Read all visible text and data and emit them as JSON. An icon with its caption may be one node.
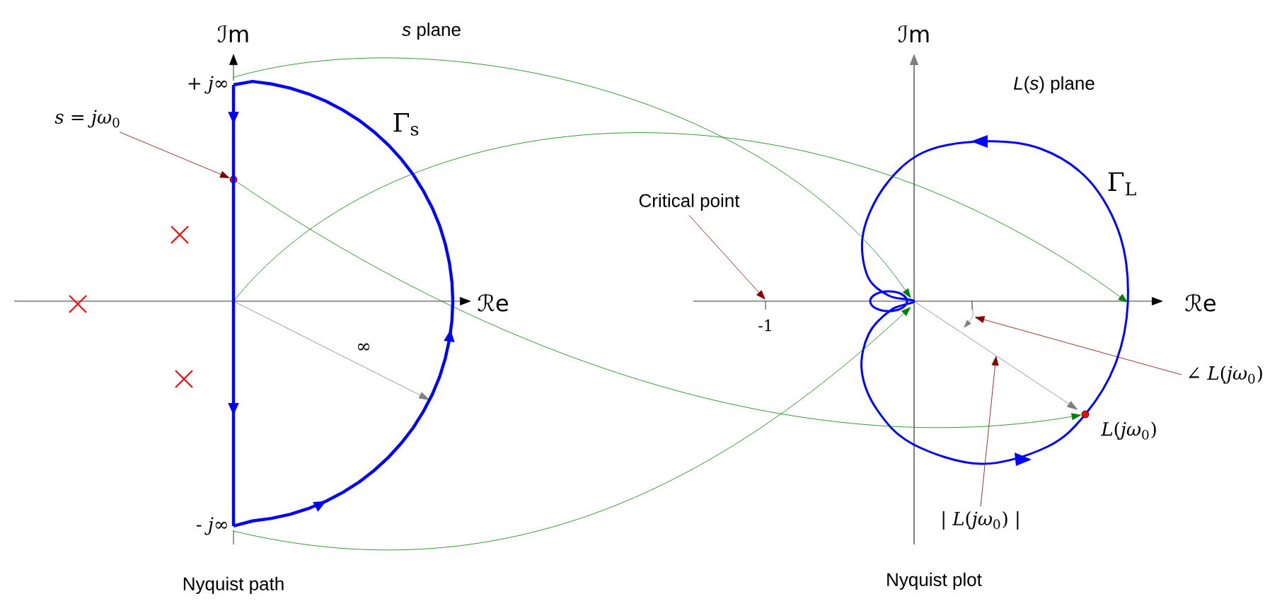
{
  "diagram": {
    "nodes": [
      {
        "text": [
          "+ *j*∞"
        ]
      },
      {
        "text": [
          "*s* = *jω*$_{0}$"
        ]
      },
      {
        "text": [],
        "shape": "circle"
      },
      {
        "text": [
          "- *j*∞"
        ]
      },
      {
        "text": [
          "Critical point"
        ]
      },
      {
        "text": [
          "∠ *L*(*jω*$_{0}$)"
        ]
      },
      {
        "text": [
          "| *L*(*jω*$_{0}$) |"
        ]
      },
      {
        "text": [],
        "shape": "circle",
        "in": 8
      },
      {
        "text": [
          "Γ$_{L}$"
        ]
      },
      {
        "text": [],
        "shape": "arc",
        "in": 10
      },
      {
        "text": [],
        "shape": "arrow",
        "in": 8
      }
    ],
    "edges": [
      {
        "from": 1,
        "to": 2,
        "arrow": "to",
        "color": "#800000"
      },
      {
        "from": 0,
        "to": 8,
        "arrow": "to",
        "color": "#008000"
      },
      {
        "from": null,
        "to": 8,
        "arrow": "to",
        "color": "#008000"
      },
      {
        "from": 2,
        "to": 7,
        "arrow": "to",
        "color": "#008000"
      },
      {
        "from": 3,
        "to": 8,
        "arrow": "to",
        "color": "#008000"
      },
      {
        "from": 4,
        "to": null,
        "arrow": "to",
        "color": "#800000"
      },
      {
        "from": 5,
        "to": 9,
        "arrow": "to",
        "color": "#800000"
      },
      {
        "from": 6,
        "to": 10,
        "arrow": "to",
        "color": "#800000"
      },
      {
        "from": 3,
        "to": 0,
        "arrow": "to",
        "style": "thick",
        "color": "#0000ff"
      },
      {
        "from": 0,
        "to": 3,
        "arrow": "to",
        "style": "thick",
        "color": "#0000ff"
      }
    ],
    "labels": [
      "ℐm",
      "*s* plane",
      "ℐm",
      "*L*(*s*) plane",
      "Γ$_{s}$",
      "ℛe",
      "ℛe",
      "-1",
      "∞",
      "*L*(*jω*$_{0}$)",
      "Nyquist path",
      "Nyquist plot"
    ]
  }
}
